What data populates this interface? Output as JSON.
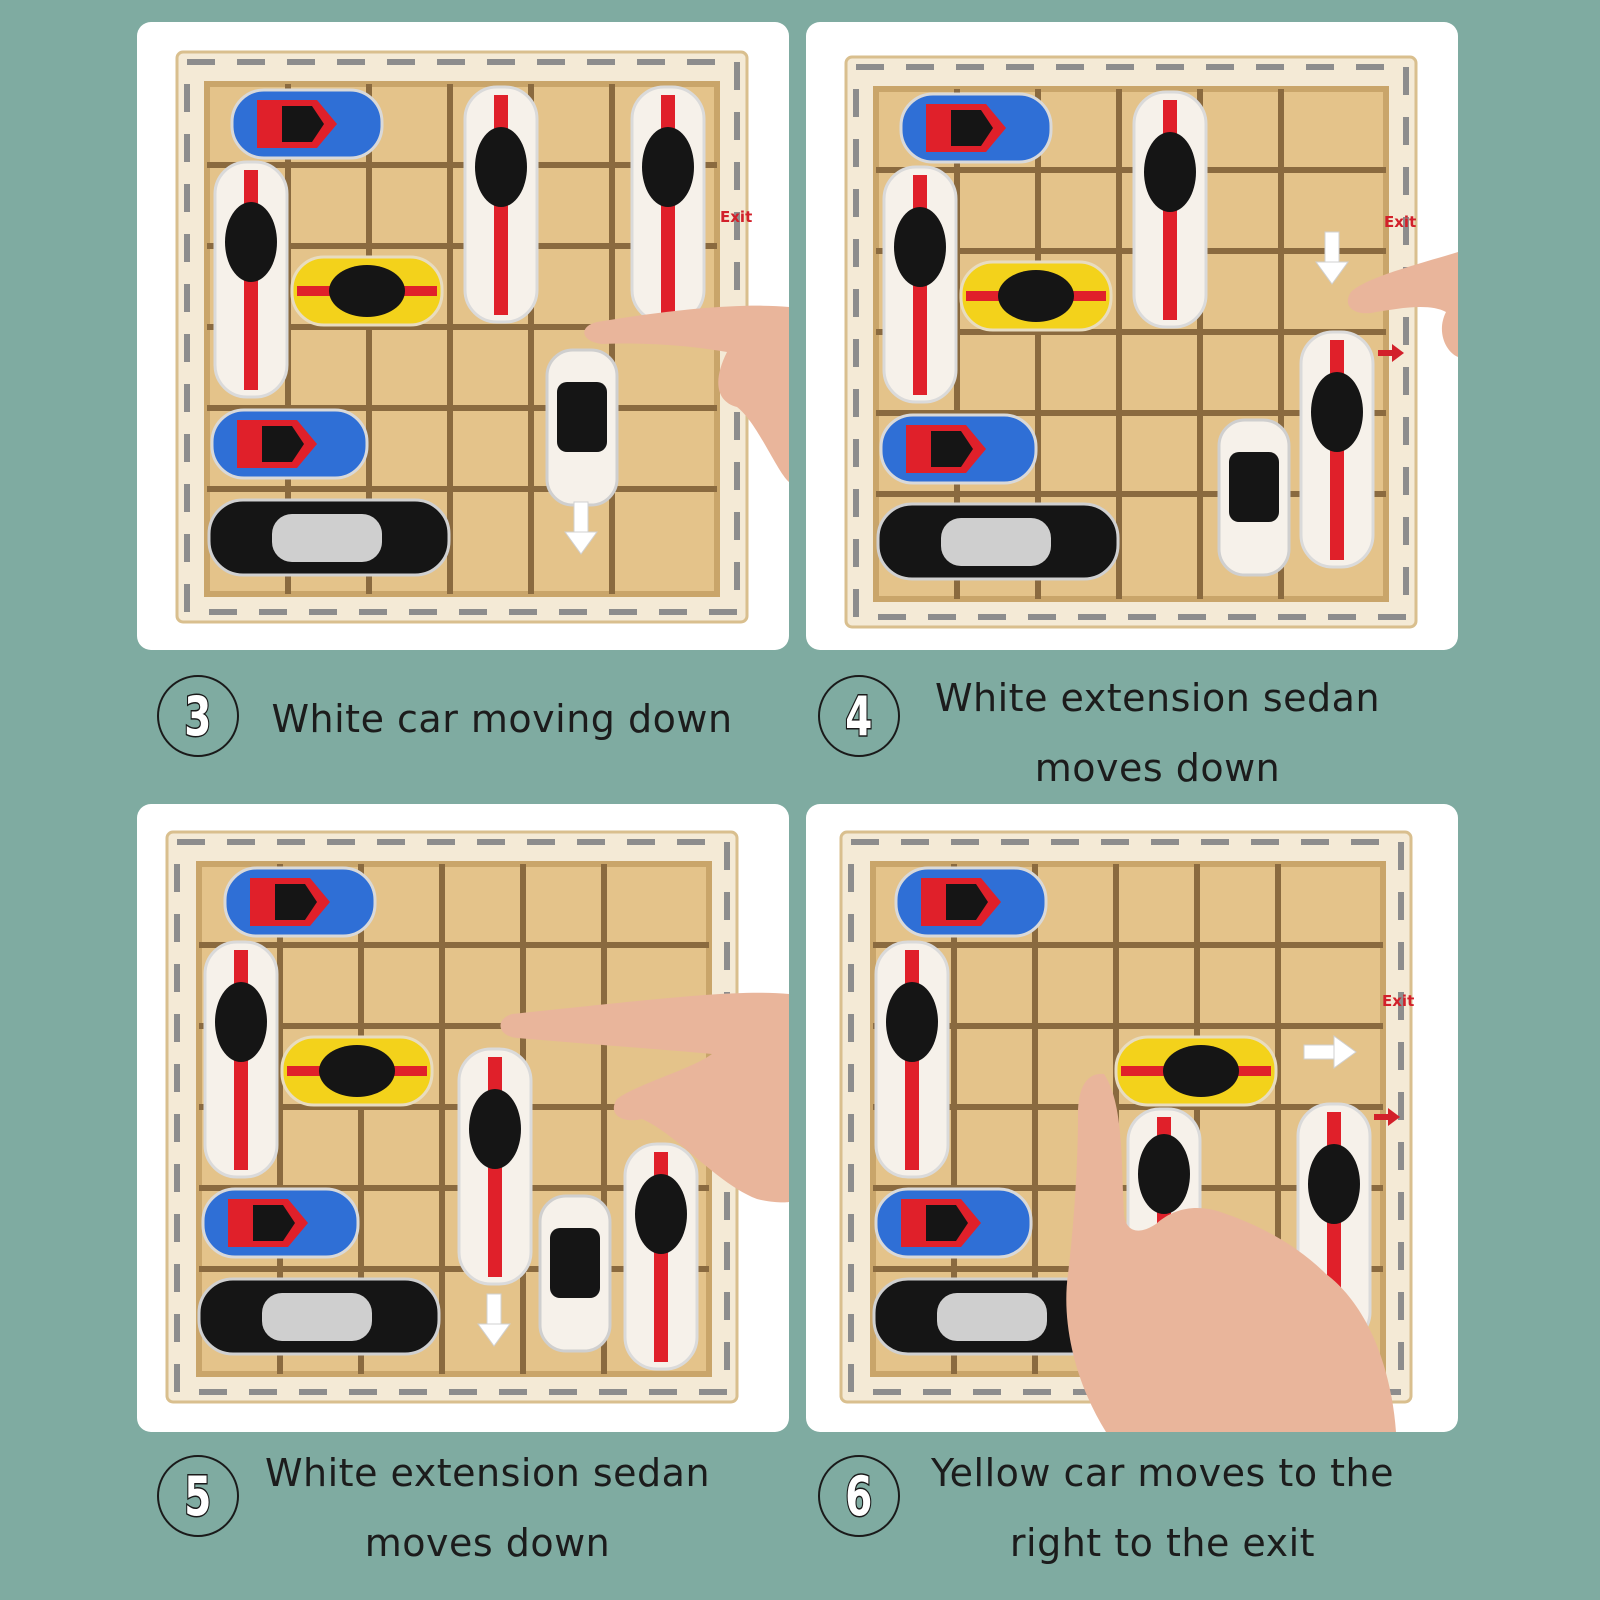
{
  "steps": [
    {
      "number": "3",
      "caption_lines": [
        "White car moving down"
      ]
    },
    {
      "number": "4",
      "caption_lines": [
        "White extension sedan",
        "moves down"
      ]
    },
    {
      "number": "5",
      "caption_lines": [
        "White extension sedan",
        "moves down"
      ]
    },
    {
      "number": "6",
      "caption_lines": [
        "Yellow car moves to the",
        "right to the exit"
      ]
    }
  ],
  "board": {
    "exit_label": "Exit"
  },
  "colors": {
    "background": "#7faba1",
    "board_wood": "#e7c890",
    "car_blue": "#2f6fd6",
    "car_red": "#e0202a",
    "car_yellow": "#f3d21b",
    "car_black": "#151515"
  }
}
